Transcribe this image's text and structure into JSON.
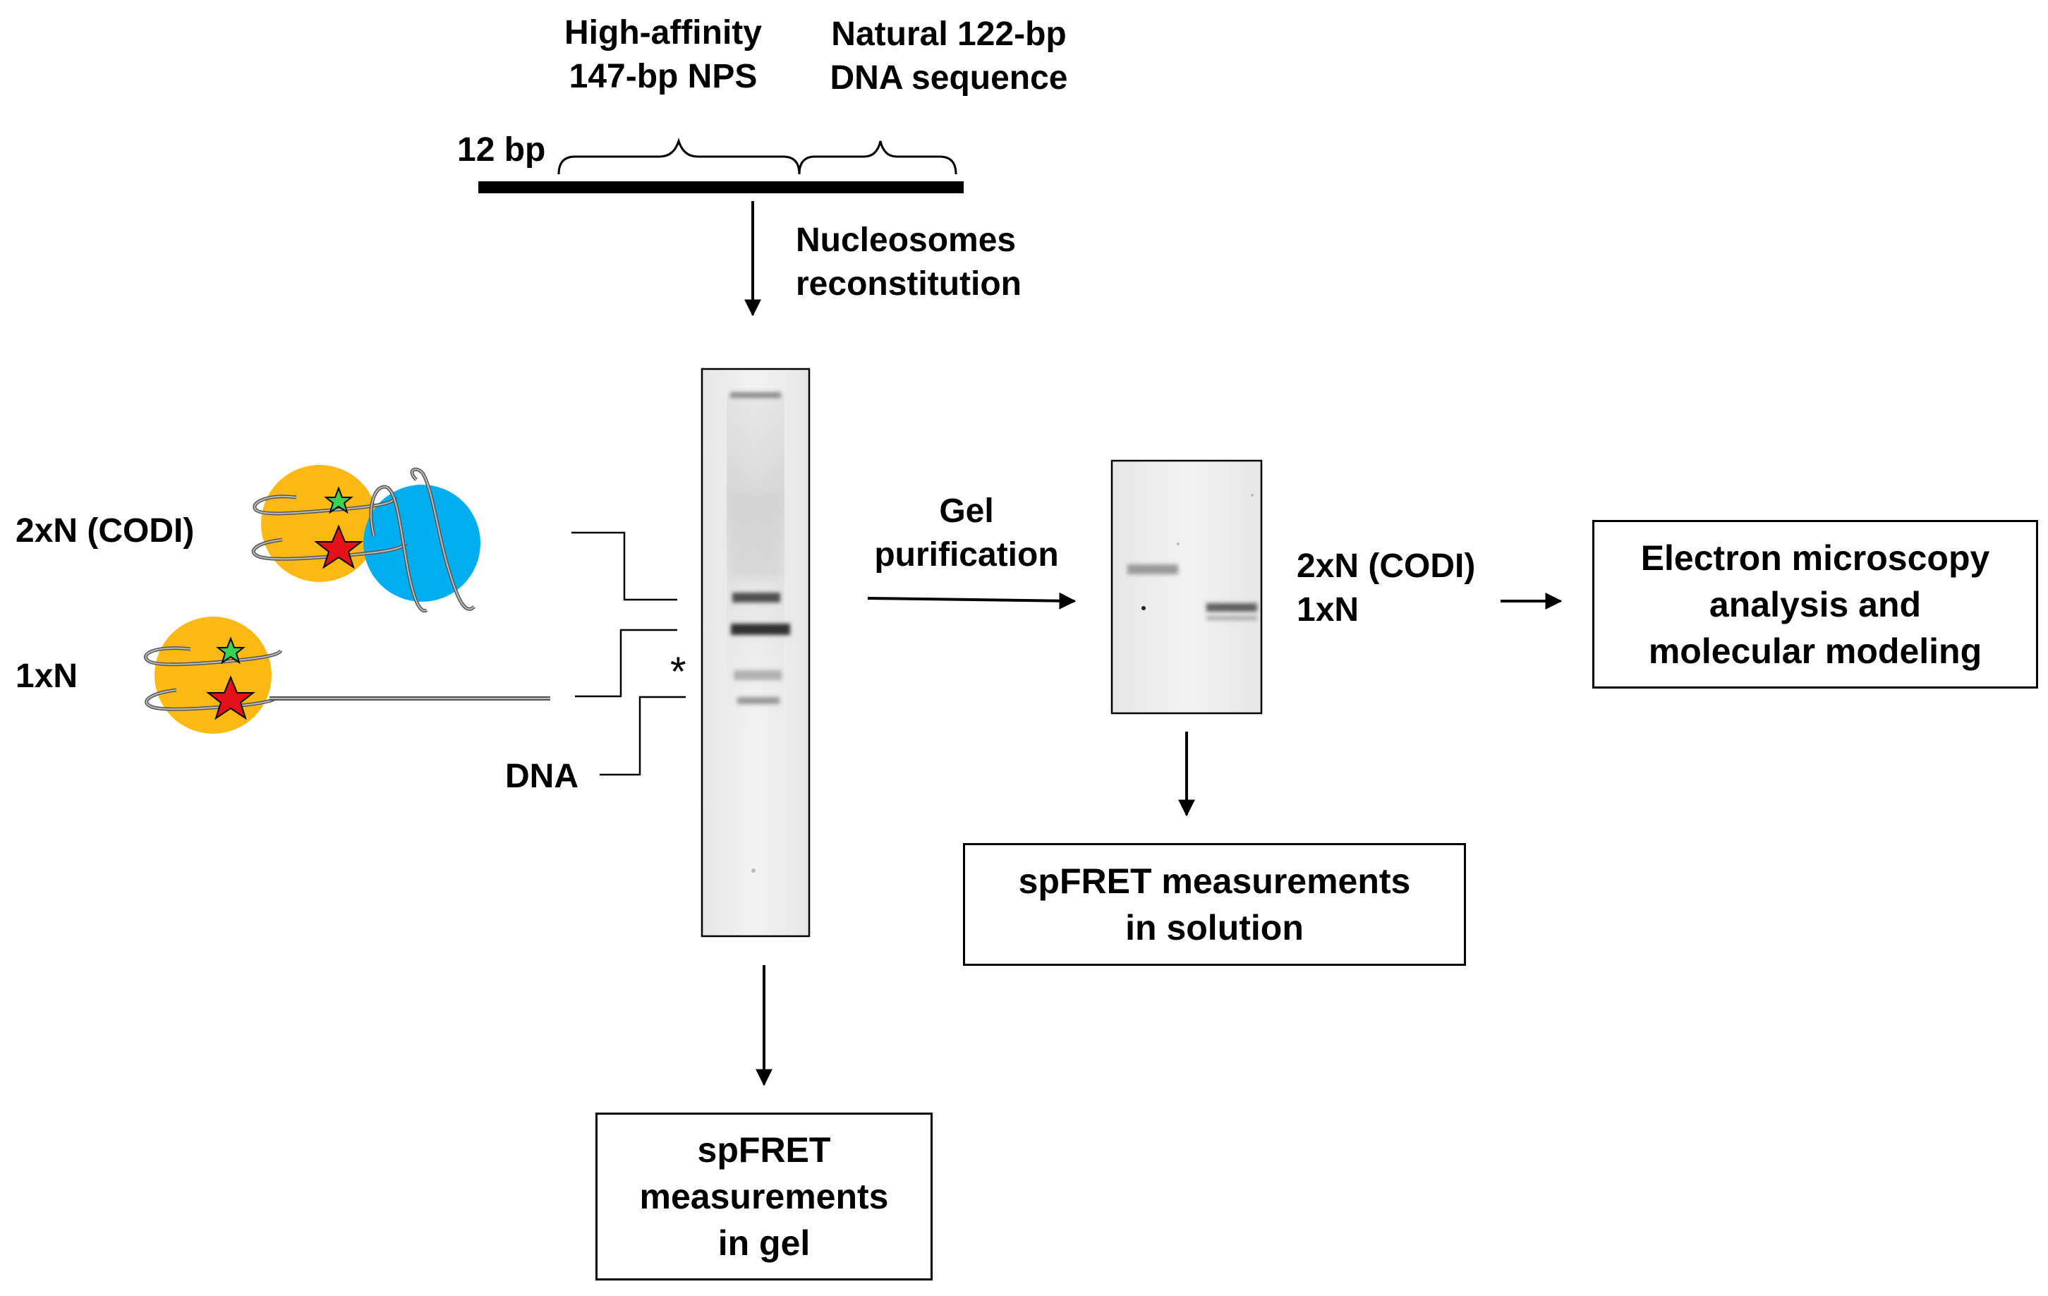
{
  "construct": {
    "label_12bp": "12 bp",
    "nps_line1": "High-affinity",
    "nps_line2": "147-bp NPS",
    "natural_line1": "Natural 122-bp",
    "natural_line2": "DNA sequence"
  },
  "step_reconstitution": {
    "line1": "Nucleosomes",
    "line2": "reconstitution"
  },
  "gel_labels": {
    "label_2xN": "2xN (CODI)",
    "label_1xN": "1xN",
    "label_DNA": "DNA",
    "asterisk": "*"
  },
  "step_purification": {
    "line1": "Gel",
    "line2": "purification"
  },
  "purified_labels": {
    "label_2xN": "2xN (CODI)",
    "label_1xN": "1xN"
  },
  "boxes": {
    "em": [
      "Electron microscopy",
      "analysis and",
      "molecular modeling"
    ],
    "spfret_solution": [
      "spFRET measurements",
      "in solution"
    ],
    "spfret_gel": [
      "spFRET",
      "measurements",
      "in gel"
    ]
  },
  "colors": {
    "nucleosome_orange": "#FDB913",
    "nucleosome_blue": "#00AEEF",
    "donor_star": "#39D353",
    "acceptor_star": "#E4111B",
    "dna_wrap": "#888888",
    "gel_background": "#eeeeee"
  },
  "icons": {
    "donor": "green-star-icon",
    "acceptor": "red-star-icon"
  }
}
